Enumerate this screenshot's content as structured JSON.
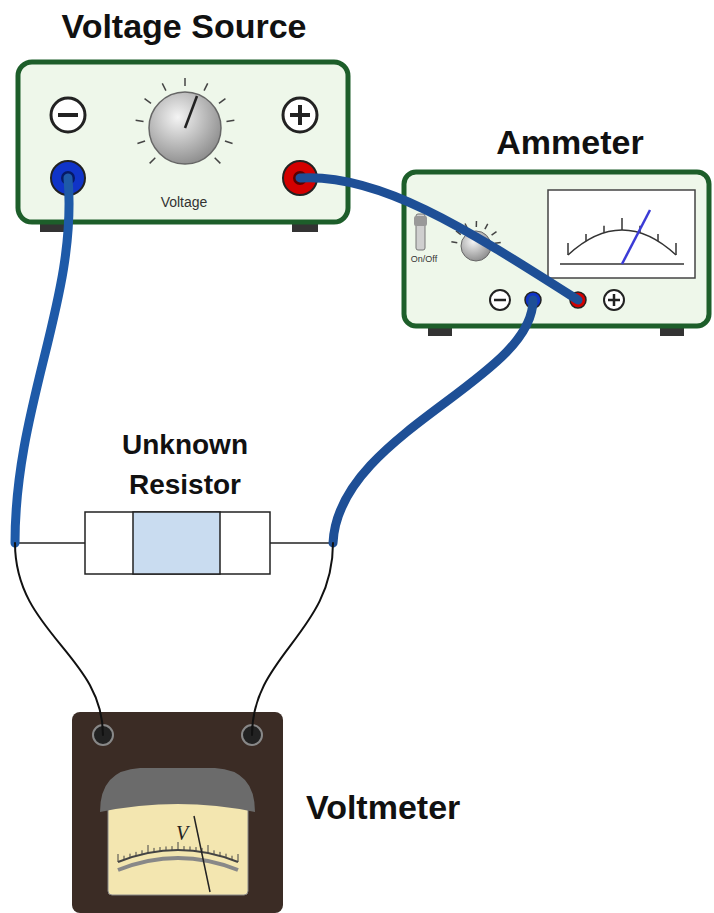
{
  "diagram": {
    "nodes": [
      {
        "text": [
          "Voltage Source",
          "Voltage"
        ]
      },
      {
        "text": [
          "Ammeter",
          "On/Off"
        ]
      },
      {
        "text": [
          "Unknown Resistor"
        ]
      },
      {
        "text": [
          "Voltmeter",
          "V"
        ]
      }
    ],
    "edges": [
      {
        "from": 0,
        "to": 1,
        "arrow": "none"
      },
      {
        "from": 1,
        "to": 2,
        "arrow": "none"
      },
      {
        "from": 0,
        "to": 2,
        "arrow": "none"
      },
      {
        "from": 3,
        "to": 2,
        "arrow": "none"
      },
      {
        "from": 3,
        "to": 2,
        "arrow": "none"
      }
    ]
  }
}
